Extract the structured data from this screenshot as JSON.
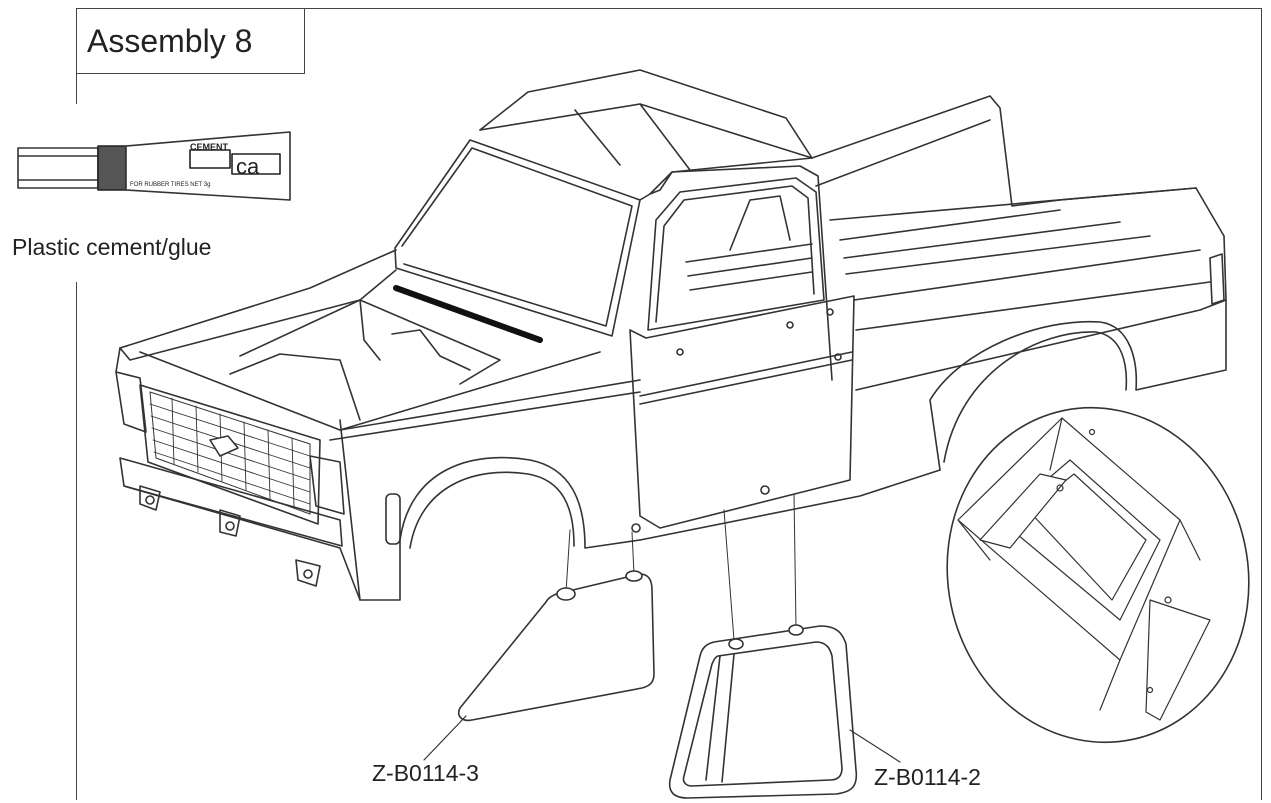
{
  "title": "Assembly 8",
  "glue": {
    "label": "Plastic cement/glue",
    "tube_brand": "CEMENT",
    "tube_text_large": "ca",
    "tube_small_text": "FOR RUBBER TIRES   NET 3g"
  },
  "parts": [
    {
      "id": "part-3",
      "label": "Z-B0114-3"
    },
    {
      "id": "part-2",
      "label": "Z-B0114-2"
    }
  ],
  "colors": {
    "line": "#333333",
    "frame": "#444444",
    "background": "#ffffff"
  }
}
